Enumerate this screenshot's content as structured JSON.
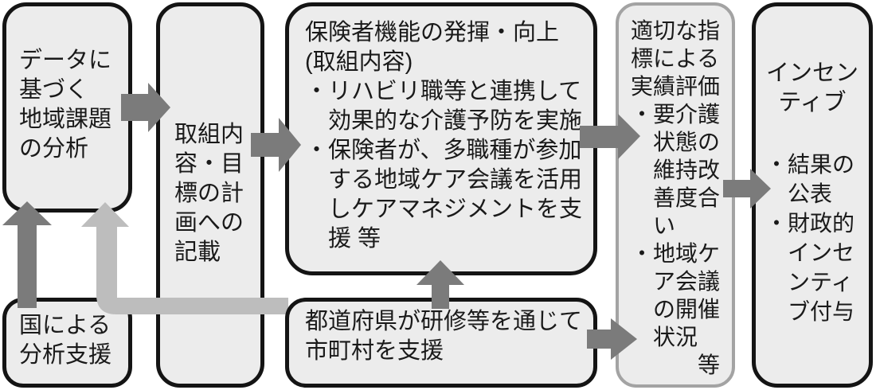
{
  "diagram": {
    "boxes": {
      "data_analysis": {
        "text": "データに\n基づく\n地域課題\nの分析"
      },
      "national_support": {
        "text": "国による\n分析支援"
      },
      "plan": {
        "text": "取組内\n容・目\n標の計\n画への\n記載"
      },
      "insurer_function": {
        "text": "保険者機能の発揮・向上\n(取組内容)\n・リハビリ職等と連携して\n　効果的な介護予防を実施\n・保険者が、多職種が参加\n　する地域ケア会議を活用\n　しケアマネジメントを支\n　援 等"
      },
      "prefecture_support": {
        "text": "都道府県が研修等を通じて\n市町村を支援"
      },
      "evaluation": {
        "text": "適切な指\n標による\n実績評価\n・要介護\n　状態の\n　維持改\n　善度合\n　い\n・地域ケ\n　ア会議\n　の開催\n　状況\n　　　等"
      },
      "incentive": {
        "title": "インセン\nティブ",
        "items": "・結果の\n　公表\n・財政的\n　インセ\n　ンティ\n　ブ付与"
      }
    },
    "colors": {
      "background": "#ffffff",
      "box_fill": "#ececec",
      "box_border": "#141414",
      "evaluation_border": "#a3a3a3",
      "arrow_dark": "#7b7b7b",
      "arrow_light": "#bdbdbd"
    }
  }
}
